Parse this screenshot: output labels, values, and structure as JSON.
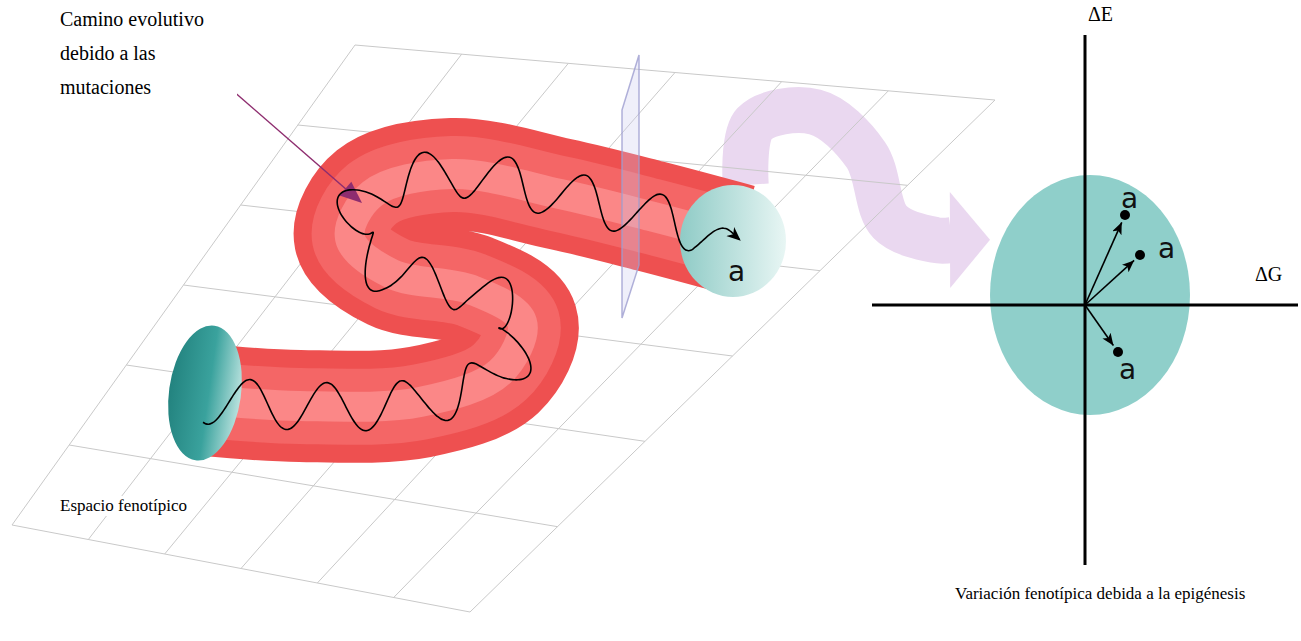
{
  "diagram": {
    "nodes": [
      {
        "text": [
          "a"
        ]
      },
      {
        "text": [
          "a",
          "a",
          "a"
        ]
      }
    ],
    "edges": [
      {
        "from": 0,
        "to": 1,
        "arrow": "to"
      }
    ],
    "labels": [
      "Camino evolutivo debido a las mutaciones",
      "Espacio fenotípico",
      "ΔE",
      "ΔG",
      "Variación fenotípica debida a la epigénesis"
    ]
  }
}
